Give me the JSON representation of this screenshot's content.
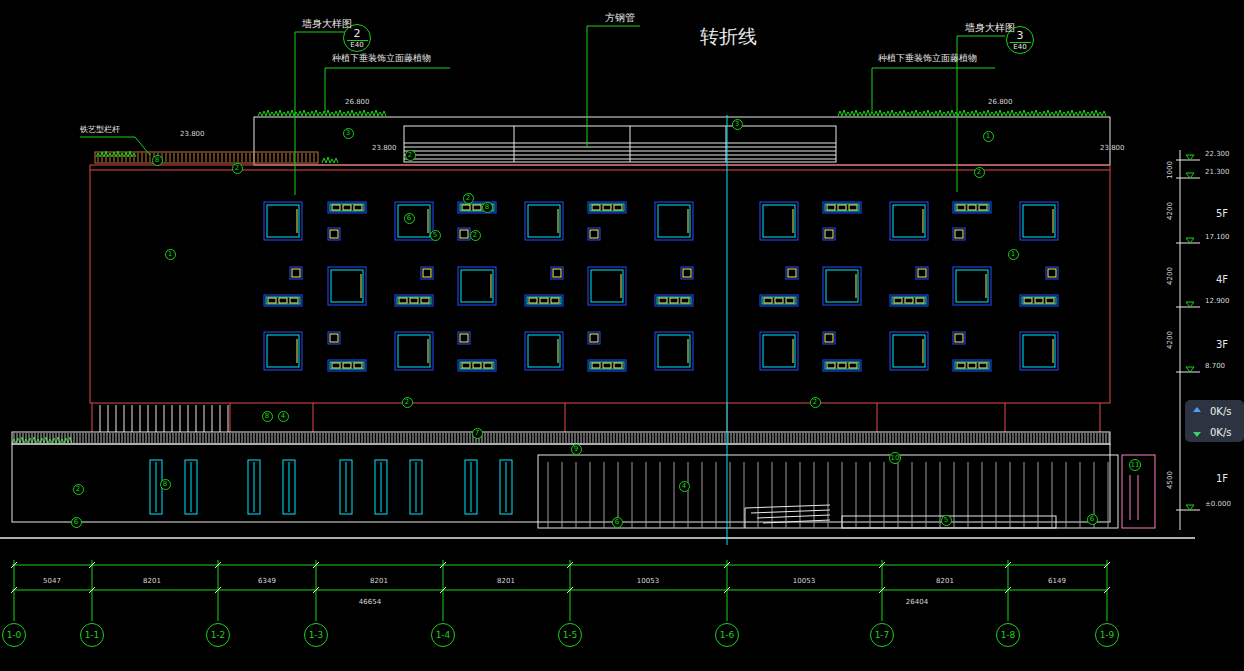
{
  "diagram": {
    "nodes": [
      {
        "text": [
          "2",
          "E40"
        ]
      },
      {
        "text": [
          "3",
          "E40"
        ]
      },
      {
        "text": [
          "3"
        ]
      },
      {
        "text": [
          "3"
        ]
      },
      {
        "text": [
          "1"
        ]
      },
      {
        "text": [
          "8"
        ]
      },
      {
        "text": [
          "2"
        ]
      },
      {
        "text": [
          "2"
        ]
      },
      {
        "text": [
          "2"
        ]
      },
      {
        "text": [
          "2"
        ]
      },
      {
        "text": [
          "8"
        ]
      },
      {
        "text": [
          "6"
        ]
      },
      {
        "text": [
          "1"
        ]
      },
      {
        "text": [
          "5"
        ]
      },
      {
        "text": [
          "2"
        ]
      },
      {
        "text": [
          "1"
        ]
      },
      {
        "text": [
          "2"
        ]
      },
      {
        "text": [
          "2"
        ]
      },
      {
        "text": [
          "8"
        ]
      },
      {
        "text": [
          "4"
        ]
      },
      {
        "text": [
          "7"
        ]
      },
      {
        "text": [
          "9"
        ]
      },
      {
        "text": [
          "10"
        ]
      },
      {
        "text": [
          "2"
        ]
      },
      {
        "text": [
          "8"
        ]
      },
      {
        "text": [
          "4"
        ]
      },
      {
        "text": [
          "11"
        ]
      },
      {
        "text": [
          "6"
        ]
      },
      {
        "text": [
          "6"
        ]
      },
      {
        "text": [
          "5"
        ]
      },
      {
        "text": [
          "6"
        ]
      },
      {
        "text": [
          "1-0"
        ]
      },
      {
        "text": [
          "1-1"
        ]
      },
      {
        "text": [
          "1-2"
        ]
      },
      {
        "text": [
          "1-3"
        ]
      },
      {
        "text": [
          "1-4"
        ]
      },
      {
        "text": [
          "1-5"
        ]
      },
      {
        "text": [
          "1-6"
        ]
      },
      {
        "text": [
          "1-7"
        ]
      },
      {
        "text": [
          "1-8"
        ]
      },
      {
        "text": [
          "1-9"
        ]
      }
    ],
    "labels": [
      "墙身大样图",
      "种植下垂装饰立面藤植物",
      "方钢管",
      "转折线",
      "墙身大样图",
      "种植下垂装饰立面藤植物",
      "铁艺型栏杆",
      "26.800",
      "26.800",
      "23.800",
      "23.800",
      "23.800",
      "22.300",
      "21.300",
      "17.100",
      "12.900",
      "8.700",
      "±0.000",
      "5F",
      "4F",
      "3F",
      "1F",
      "1000",
      "4200",
      "4200",
      "4200",
      "4500",
      "5047",
      "8201",
      "6349",
      "8201",
      "8201",
      "10053",
      "10053",
      "8201",
      "6149",
      "46654",
      "26404",
      "0K/s",
      "0K/s"
    ]
  }
}
